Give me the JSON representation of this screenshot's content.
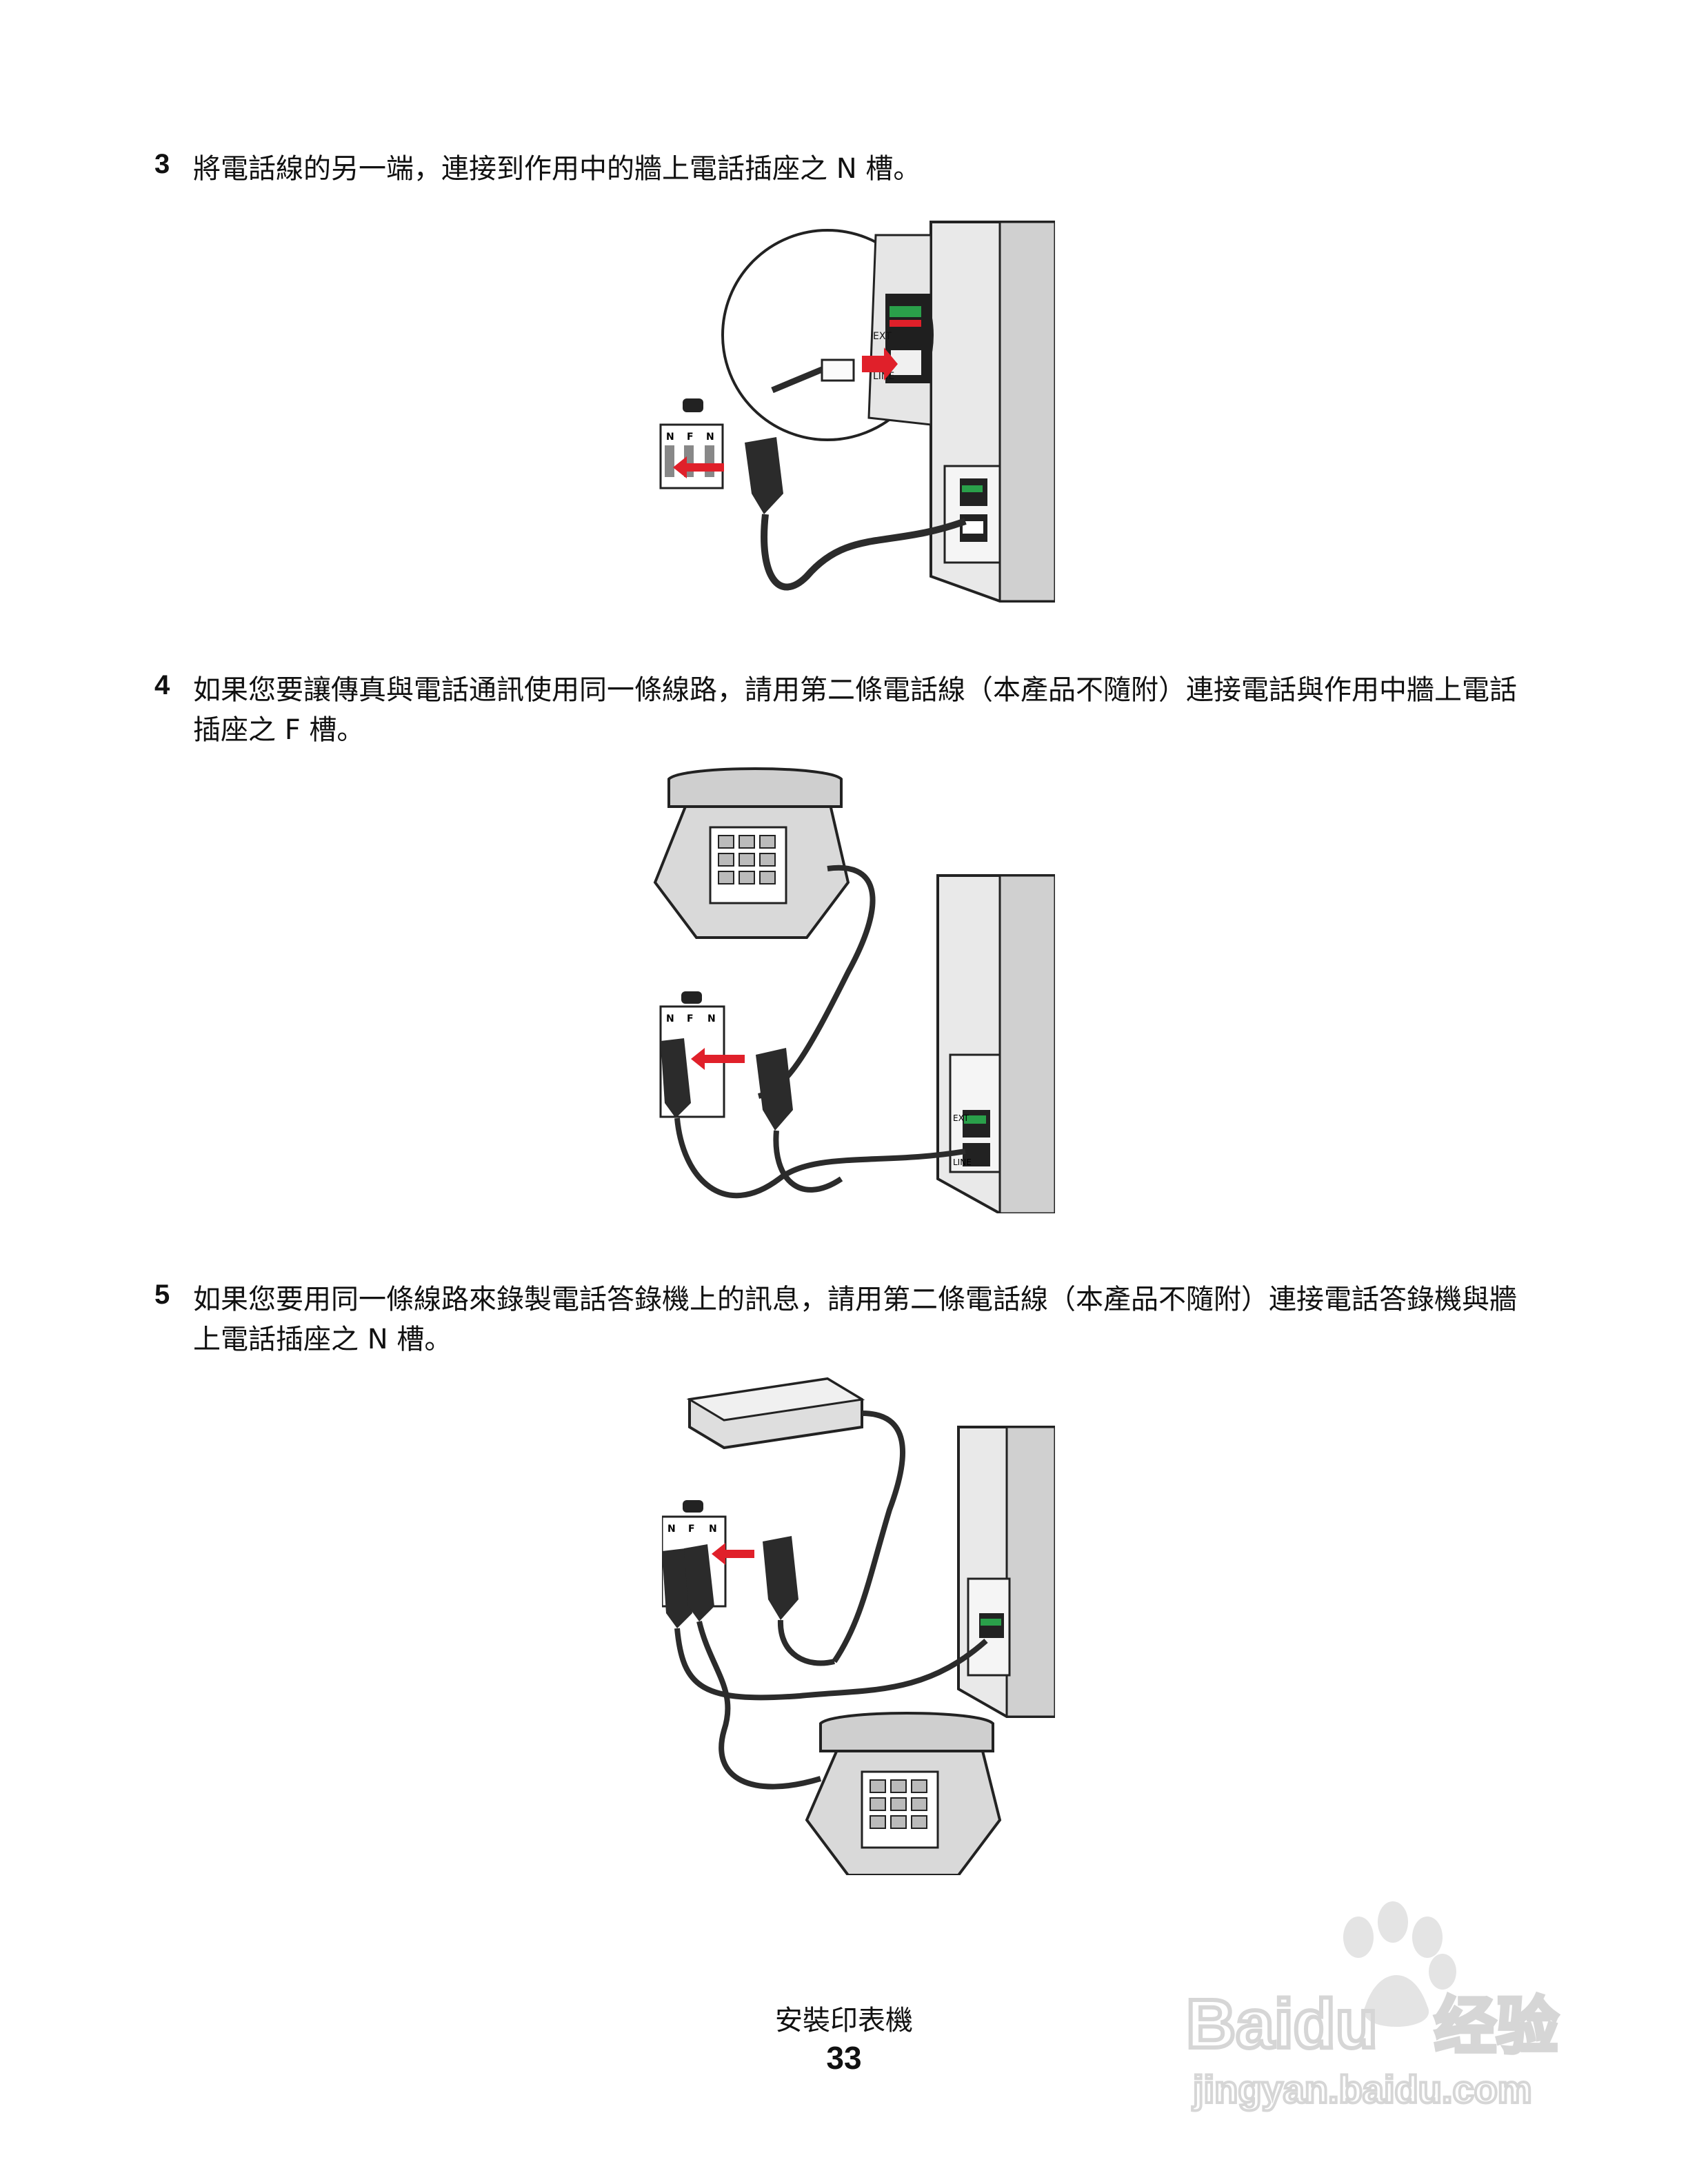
{
  "steps": [
    {
      "number": "3",
      "text": "將電話線的另一端，連接到作用中的牆上電話插座之 N 槽。"
    },
    {
      "number": "4",
      "text": "如果您要讓傳真與電話通訊使用同一條線路，請用第二條電話線（本產品不隨附）連接電話與作用中牆上電話插座之 F 槽。"
    },
    {
      "number": "5",
      "text": "如果您要用同一條線路來錄製電話答錄機上的訊息，請用第二條電話線（本產品不隨附）連接電話答錄機與牆上電話插座之 N 槽。"
    }
  ],
  "jack_labels": {
    "n": "N",
    "f": "F"
  },
  "port_labels": {
    "ext": "EXT",
    "line": "LINE"
  },
  "footer": {
    "title": "安裝印表機",
    "page": "33"
  },
  "watermark": {
    "brand": "Baidu",
    "product": "经验",
    "url": "jingyan.baidu.com"
  },
  "colors": {
    "arrow": "#e0202a",
    "green": "#2aa04a",
    "cable": "#2b2b2b"
  }
}
